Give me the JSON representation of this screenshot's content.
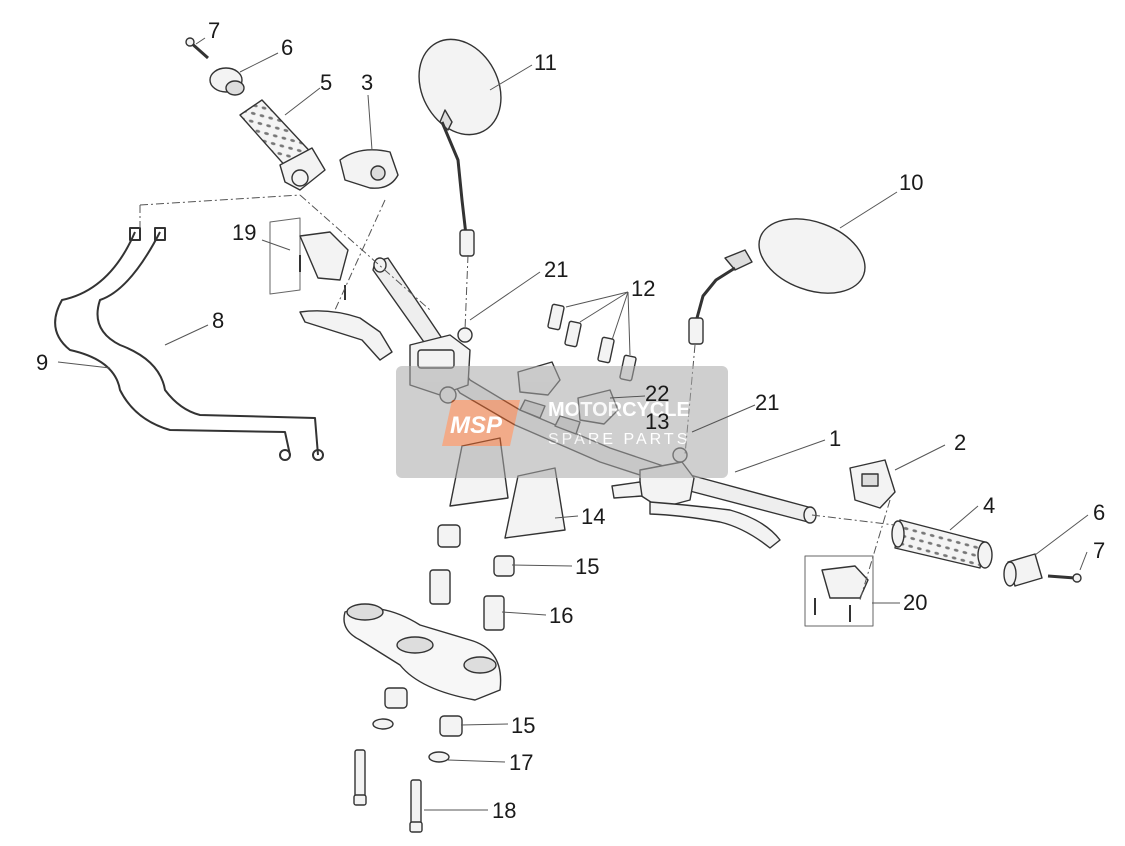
{
  "diagram": {
    "callouts": [
      {
        "id": "c7a",
        "label": "7"
      },
      {
        "id": "c6a",
        "label": "6"
      },
      {
        "id": "c5",
        "label": "5"
      },
      {
        "id": "c3",
        "label": "3"
      },
      {
        "id": "c11",
        "label": "11"
      },
      {
        "id": "c10",
        "label": "10"
      },
      {
        "id": "c19",
        "label": "19"
      },
      {
        "id": "c8",
        "label": "8"
      },
      {
        "id": "c9",
        "label": "9"
      },
      {
        "id": "c21a",
        "label": "21"
      },
      {
        "id": "c12",
        "label": "12"
      },
      {
        "id": "c22",
        "label": "22"
      },
      {
        "id": "c13",
        "label": "13"
      },
      {
        "id": "c21b",
        "label": "21"
      },
      {
        "id": "c1",
        "label": "1"
      },
      {
        "id": "c2",
        "label": "2"
      },
      {
        "id": "c4",
        "label": "4"
      },
      {
        "id": "c6b",
        "label": "6"
      },
      {
        "id": "c7b",
        "label": "7"
      },
      {
        "id": "c20",
        "label": "20"
      },
      {
        "id": "c14",
        "label": "14"
      },
      {
        "id": "c15a",
        "label": "15"
      },
      {
        "id": "c16",
        "label": "16"
      },
      {
        "id": "c15b",
        "label": "15"
      },
      {
        "id": "c17",
        "label": "17"
      },
      {
        "id": "c18",
        "label": "18"
      }
    ]
  },
  "watermark": {
    "logo": "MSP",
    "line1": "MOTORCYCLE",
    "line2": "SPARE PARTS"
  },
  "colors": {
    "line": "#333333",
    "part_fill": "#f2f2f2",
    "watermark_bg": "#b0b0b0",
    "watermark_logo": "#e8672a"
  }
}
